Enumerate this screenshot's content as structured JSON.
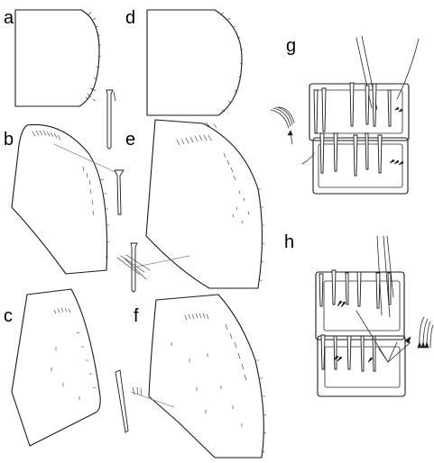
{
  "panels": [
    {
      "id": "a",
      "label": "a"
    },
    {
      "id": "b",
      "label": "b"
    },
    {
      "id": "c",
      "label": "c"
    },
    {
      "id": "d",
      "label": "d"
    },
    {
      "id": "e",
      "label": "e"
    },
    {
      "id": "f",
      "label": "f"
    },
    {
      "id": "g",
      "label": "g"
    },
    {
      "id": "h",
      "label": "h"
    }
  ],
  "colors": {
    "ink": "#1a1a1a",
    "background": "#ffffff",
    "pointer_line": "#888888"
  }
}
